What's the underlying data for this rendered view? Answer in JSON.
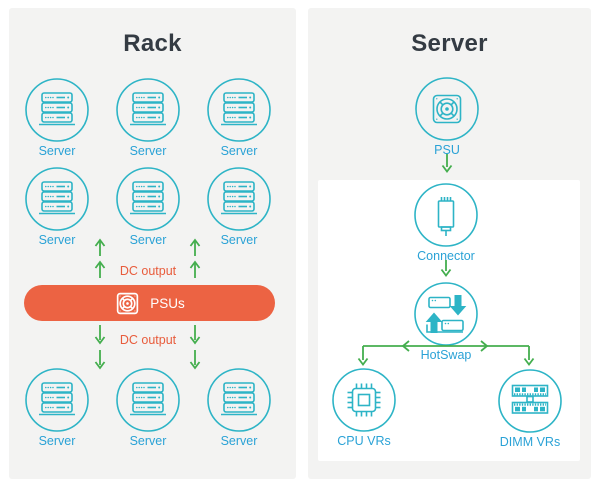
{
  "colors": {
    "teal": "#2db4c6",
    "label_blue": "#2aa2d6",
    "green": "#44ae4e",
    "orange": "#ec6343",
    "dc_orange": "#e85c3c",
    "title": "#343b43",
    "panel_bg": "#f3f3f2"
  },
  "rack_panel": {
    "title": "Rack",
    "servers_top": [
      "Server",
      "Server",
      "Server"
    ],
    "servers_middle": [
      "Server",
      "Server",
      "Server"
    ],
    "servers_bottom": [
      "Server",
      "Server",
      "Server"
    ],
    "dc_output_top": "DC output",
    "dc_output_bottom": "DC output",
    "psu_bar": {
      "label": "PSUs",
      "icon": "psu-fan-icon"
    }
  },
  "server_panel": {
    "title": "Server",
    "nodes": {
      "psu": {
        "label": "PSU",
        "icon": "psu-fan-icon"
      },
      "connector": {
        "label": "Connector",
        "icon": "power-connector-icon"
      },
      "hotswap": {
        "label": "HotSwap",
        "icon": "hotswap-module-icon"
      },
      "cpu_vrs": {
        "label": "CPU VRs",
        "icon": "cpu-chip-icon"
      },
      "dimm_vrs": {
        "label": "DIMM VRs",
        "icon": "dimm-memory-icon"
      }
    }
  }
}
